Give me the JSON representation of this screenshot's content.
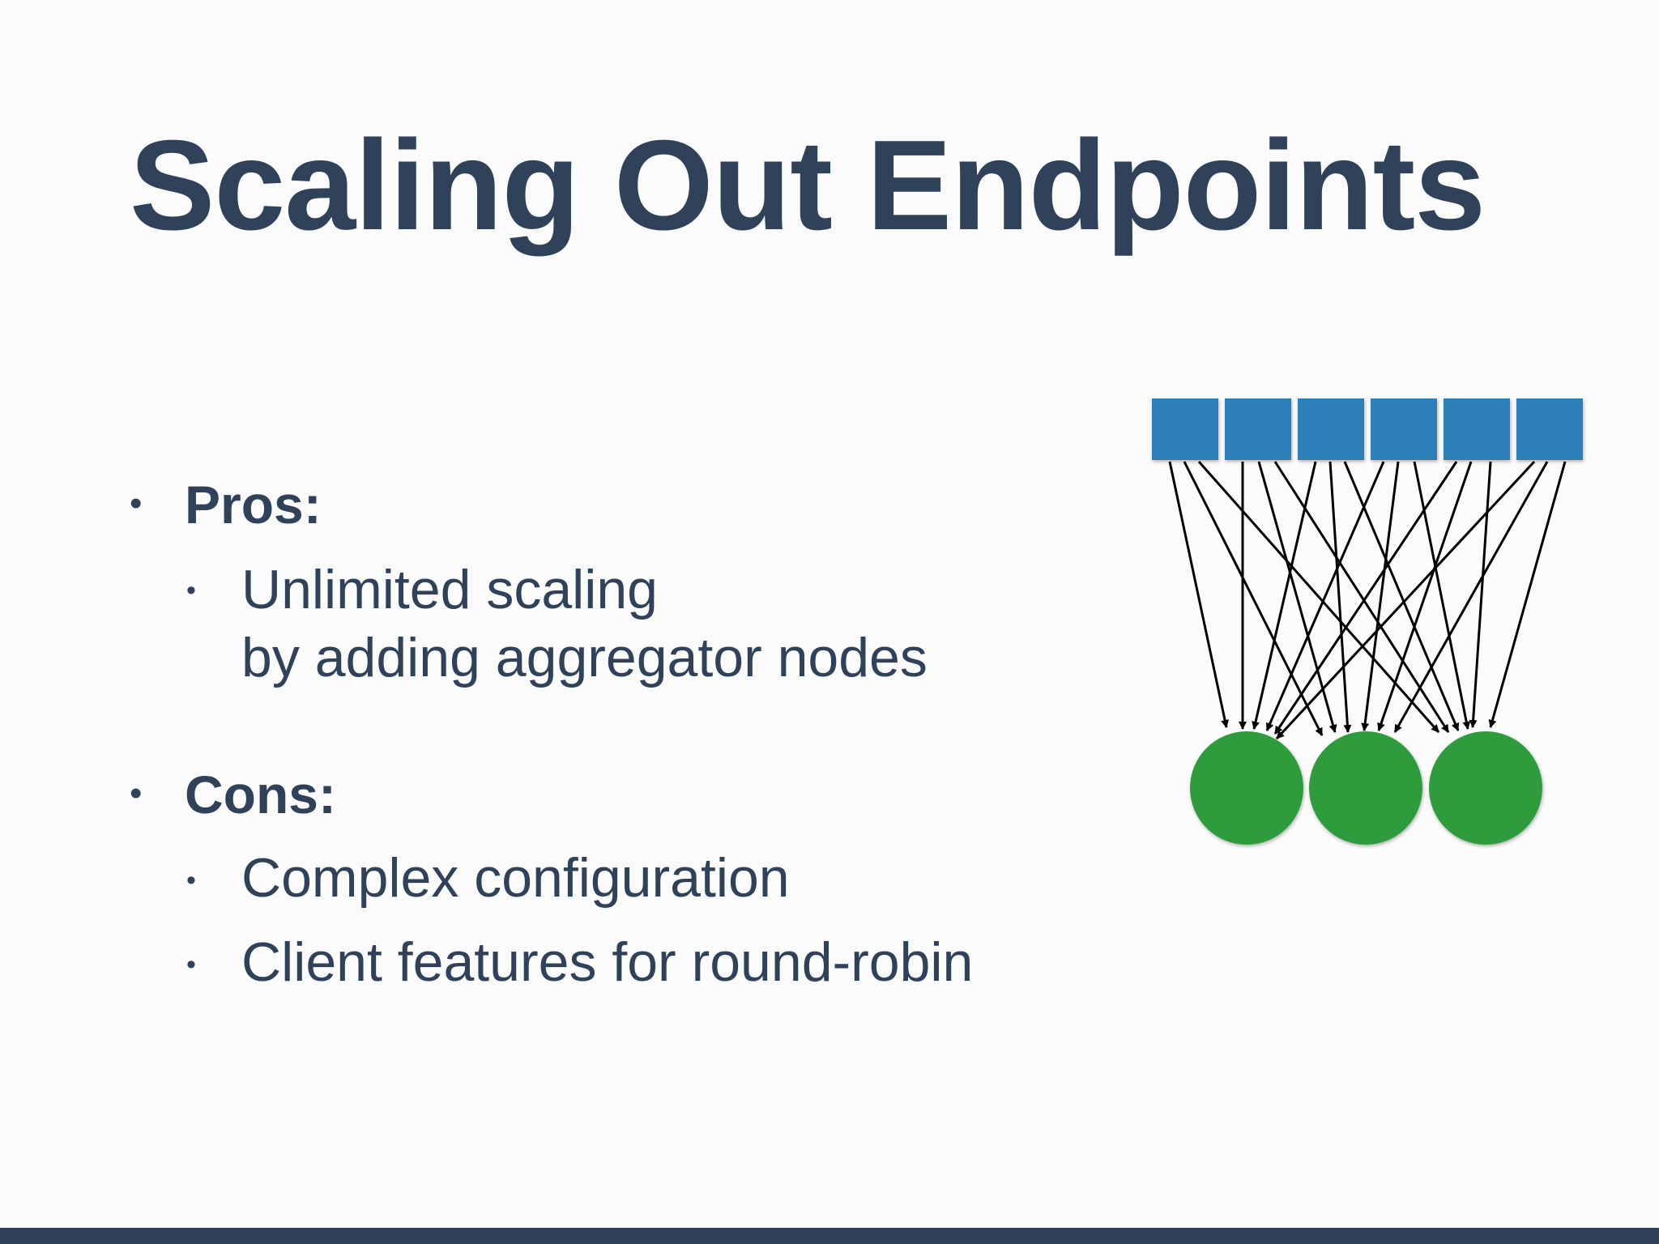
{
  "title": "Scaling Out Endpoints",
  "pros": {
    "heading": "Pros:",
    "items": [
      "Unlimited scaling\nby adding aggregator nodes"
    ]
  },
  "cons": {
    "heading": "Cons:",
    "items": [
      "Complex configuration",
      "Client features for round-robin"
    ]
  },
  "colors": {
    "text": "#2f4259",
    "square": "#2e81b8",
    "circle": "#2f9c3e",
    "arrow": "#000000",
    "footer": "#2e4157"
  }
}
